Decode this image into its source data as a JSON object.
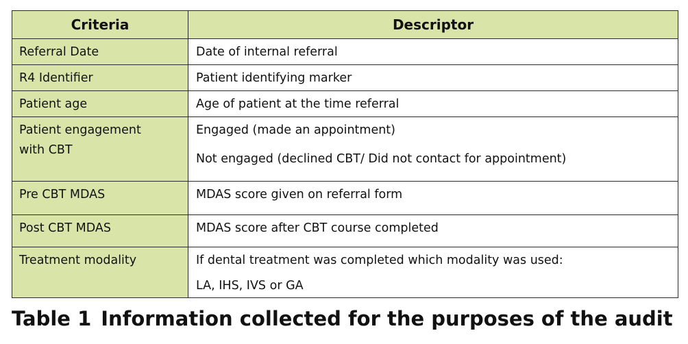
{
  "table": {
    "headers": [
      "Criteria",
      "Descriptor"
    ],
    "rows": [
      {
        "criteria": [
          "Referral Date"
        ],
        "descriptor": [
          "Date of internal referral"
        ]
      },
      {
        "criteria": [
          "R4 Identifier"
        ],
        "descriptor": [
          "Patient identifying marker"
        ]
      },
      {
        "criteria": [
          "Patient age"
        ],
        "descriptor": [
          "Age of patient at the time referral"
        ]
      },
      {
        "criteria": [
          "Patient engagement",
          "with CBT"
        ],
        "descriptor": [
          "Engaged (made an appointment)",
          "Not engaged (declined CBT/ Did not contact for appointment)"
        ]
      },
      {
        "criteria": [
          "Pre CBT MDAS"
        ],
        "descriptor": [
          "MDAS score given on referral form"
        ]
      },
      {
        "criteria": [
          "Post CBT MDAS"
        ],
        "descriptor": [
          "MDAS score after CBT course completed"
        ]
      },
      {
        "criteria": [
          "Treatment modality"
        ],
        "descriptor": [
          "If dental treatment was completed which modality was used:",
          "LA, IHS, IVS or GA"
        ]
      }
    ]
  },
  "caption": {
    "number": "Table 1",
    "text": "Information collected for the purposes of the audit"
  },
  "colors": {
    "header_fill": "#d9e4a8",
    "border": "#2a2a2a"
  }
}
